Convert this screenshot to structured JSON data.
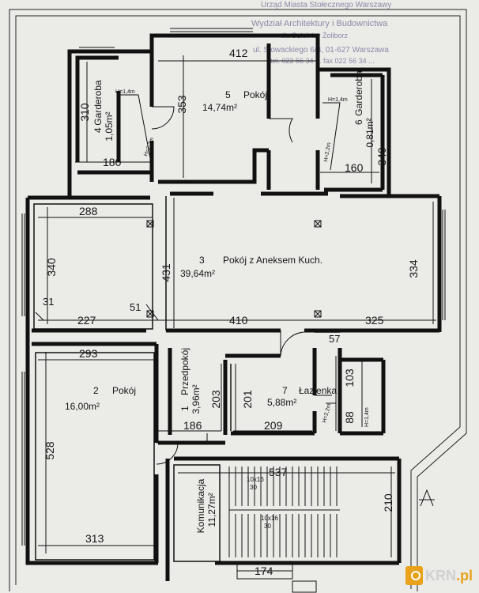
{
  "stamp": {
    "line1": "Urząd Miasta Stołecznego Warszawy",
    "line2": "Wydział Architektury i Budownictwa",
    "line3": "dla Dzielnicy Żoliborz",
    "line4": "ul. Słowackiego 6/8, 01-627 Warszawa",
    "line5": "tel. 022 56 34 ... fax 022 56 34 ..."
  },
  "rooms": {
    "garderoba4": {
      "num": "4",
      "name": "Garderoba",
      "area": "1,05m²",
      "dim_left": "310",
      "dim_bottom": "180"
    },
    "pokoj5": {
      "num": "5",
      "name": "Pokój",
      "area": "14,74m²",
      "dim_top": "412",
      "dim_left": "353"
    },
    "garderoba6": {
      "num": "6",
      "name": "Garderoba",
      "area": "0,81m²",
      "dim_right": "340",
      "dim_bottom": "160"
    },
    "pokoj3": {
      "num": "3",
      "name": "Pokój z Aneksem Kuch.",
      "area": "39,64m²",
      "dim_top": "288",
      "dim_left": "340",
      "dim_mid": "431",
      "dim_right": "334",
      "dim_b1": "31",
      "dim_b2": "227",
      "dim_b3": "51",
      "dim_b4": "410",
      "dim_b5": "325"
    },
    "pokoj2": {
      "num": "2",
      "name": "Pokój",
      "area": "16,00m²",
      "dim_top": "293",
      "dim_left": "528",
      "dim_bottom": "313"
    },
    "przedpokoj1": {
      "num": "1",
      "name": "Przedpokój",
      "area": "3,96m²",
      "dim_right": "203",
      "dim_bottom": "186"
    },
    "lazienka7": {
      "num": "7",
      "name": "Łazienka",
      "area": "5,88m²",
      "dim_left": "201",
      "dim_bottom": "209",
      "dim_r1": "103",
      "dim_r2": "88",
      "dim_top": "57"
    },
    "komunikacja": {
      "name": "Komunikacja",
      "area": "11,27m²",
      "dim_top": "537",
      "dim_right": "210",
      "dim_bottom": "174",
      "stair1": "10x16",
      "stair1b": "30",
      "stair2": "10x16",
      "stair2b": "30"
    }
  },
  "heights": {
    "h1": "H=1,4m",
    "h2": "H=2,2m",
    "h3": "H=1,4m",
    "h4": "H=2,2m",
    "h5": "H=2,2m",
    "h6": "H=1,4m"
  },
  "logo": {
    "text": "KRN",
    "suffix": ".pl"
  }
}
